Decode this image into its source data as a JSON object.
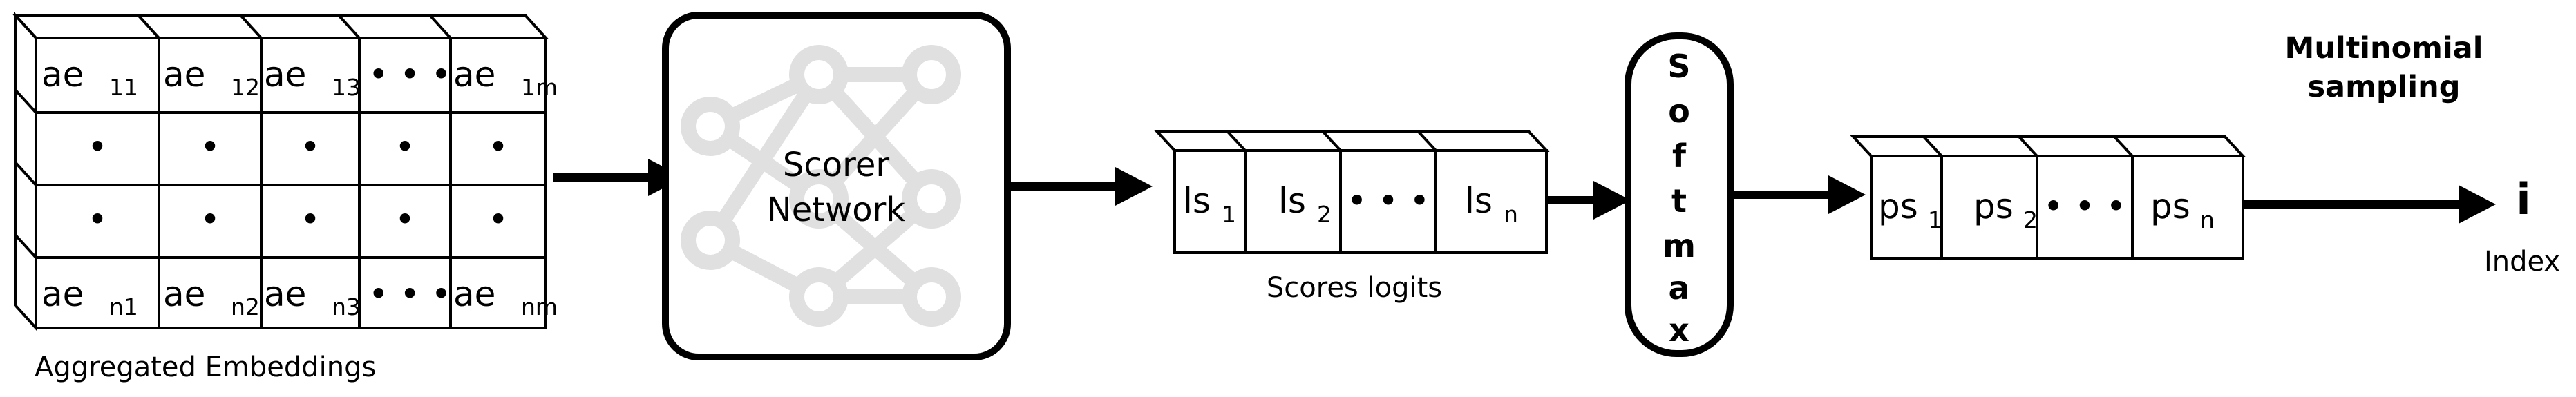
{
  "diagram": {
    "title": "Scorer network sampling pipeline",
    "background_color": "#ffffff",
    "line_color": "#000000",
    "nn_graphic_color": "#e0e0e0"
  },
  "embeddings_matrix": {
    "caption": "Aggregated Embeddings",
    "rows": [
      [
        {
          "base": "ae",
          "sub": "11"
        },
        {
          "base": "ae",
          "sub": "12"
        },
        {
          "base": "ae",
          "sub": "13"
        },
        {
          "base": "• • •",
          "sub": ""
        },
        {
          "base": "ae",
          "sub": "1m"
        }
      ],
      [
        {
          "base": "•",
          "sub": ""
        },
        {
          "base": "•",
          "sub": ""
        },
        {
          "base": "•",
          "sub": ""
        },
        {
          "base": "•",
          "sub": ""
        },
        {
          "base": "•",
          "sub": ""
        }
      ],
      [
        {
          "base": "•",
          "sub": ""
        },
        {
          "base": "•",
          "sub": ""
        },
        {
          "base": "•",
          "sub": ""
        },
        {
          "base": "•",
          "sub": ""
        },
        {
          "base": "•",
          "sub": ""
        }
      ],
      [
        {
          "base": "ae",
          "sub": "n1"
        },
        {
          "base": "ae",
          "sub": "n2"
        },
        {
          "base": "ae",
          "sub": "n3"
        },
        {
          "base": "• • •",
          "sub": ""
        },
        {
          "base": "ae",
          "sub": "nm"
        }
      ]
    ]
  },
  "scorer_network": {
    "line1": "Scorer",
    "line2": "Network"
  },
  "scores_logits": {
    "caption": "Scores logits",
    "cells": [
      {
        "base": "ls",
        "sub": "1"
      },
      {
        "base": "ls",
        "sub": "2"
      },
      {
        "base": "• • •",
        "sub": ""
      },
      {
        "base": "ls",
        "sub": "n"
      }
    ]
  },
  "softmax": {
    "label": "Softmax",
    "letters": [
      "S",
      "o",
      "f",
      "t",
      "m",
      "a",
      "x"
    ]
  },
  "probability_scores": {
    "cells": [
      {
        "base": "ps",
        "sub": "1"
      },
      {
        "base": "ps",
        "sub": "2"
      },
      {
        "base": "• • •",
        "sub": ""
      },
      {
        "base": "ps",
        "sub": "n"
      }
    ]
  },
  "sampling": {
    "label_line1": "Multinomial",
    "label_line2": "sampling",
    "output_symbol": "i",
    "output_caption": "Index"
  }
}
